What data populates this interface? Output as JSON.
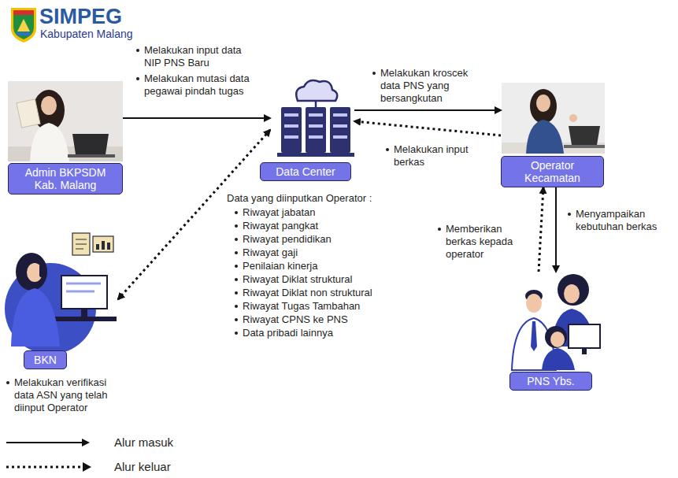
{
  "diagram": {
    "nodes": [
      {
        "text": [
          "Admin BKPSDM Kab. Malang"
        ]
      },
      {
        "text": [
          "Data Center"
        ]
      },
      {
        "text": [
          "Operator Kecamatan"
        ]
      },
      {
        "text": [
          "BKN"
        ]
      },
      {
        "text": [
          "PNS Ybs."
        ]
      }
    ],
    "edges": [
      {
        "from": 0,
        "to": 1,
        "arrow": "to"
      },
      {
        "from": 1,
        "to": 3,
        "arrow": "both"
      },
      {
        "from": 1,
        "to": 2,
        "arrow": "to"
      },
      {
        "from": 2,
        "to": 1,
        "arrow": "to"
      },
      {
        "from": 2,
        "to": 4,
        "arrow": "to"
      },
      {
        "from": 4,
        "to": 2,
        "arrow": "to"
      }
    ],
    "labels": [
      "SIMPEG",
      "Kabupaten Malang",
      "Melakukan input data NIP PNS Baru",
      "Melakukan mutasi data pegawai pindah tugas",
      "Melakukan kroscek data PNS yang bersangkutan",
      "Melakukan input berkas",
      "Data yang diinputkan Operator :",
      "Riwayat jabatan",
      "Riwayat pangkat",
      "Riwayat pendidikan",
      "Riwayat gaji",
      "Penilaian kinerja",
      "Riwayat Diklat struktural",
      "Riwayat Diklat non struktural",
      "Riwayat Tugas Tambahan",
      "Riwayat CPNS ke PNS",
      "Data pribadi lainnya",
      "Melakukan verifikasi data ASN yang telah diinput Operator",
      "Memberikan berkas kepada operator",
      "Menyampaikan kebutuhan berkas"
    ],
    "legend": [
      {
        "text": "Alur masuk"
      },
      {
        "text": "Alur keluar"
      }
    ]
  }
}
